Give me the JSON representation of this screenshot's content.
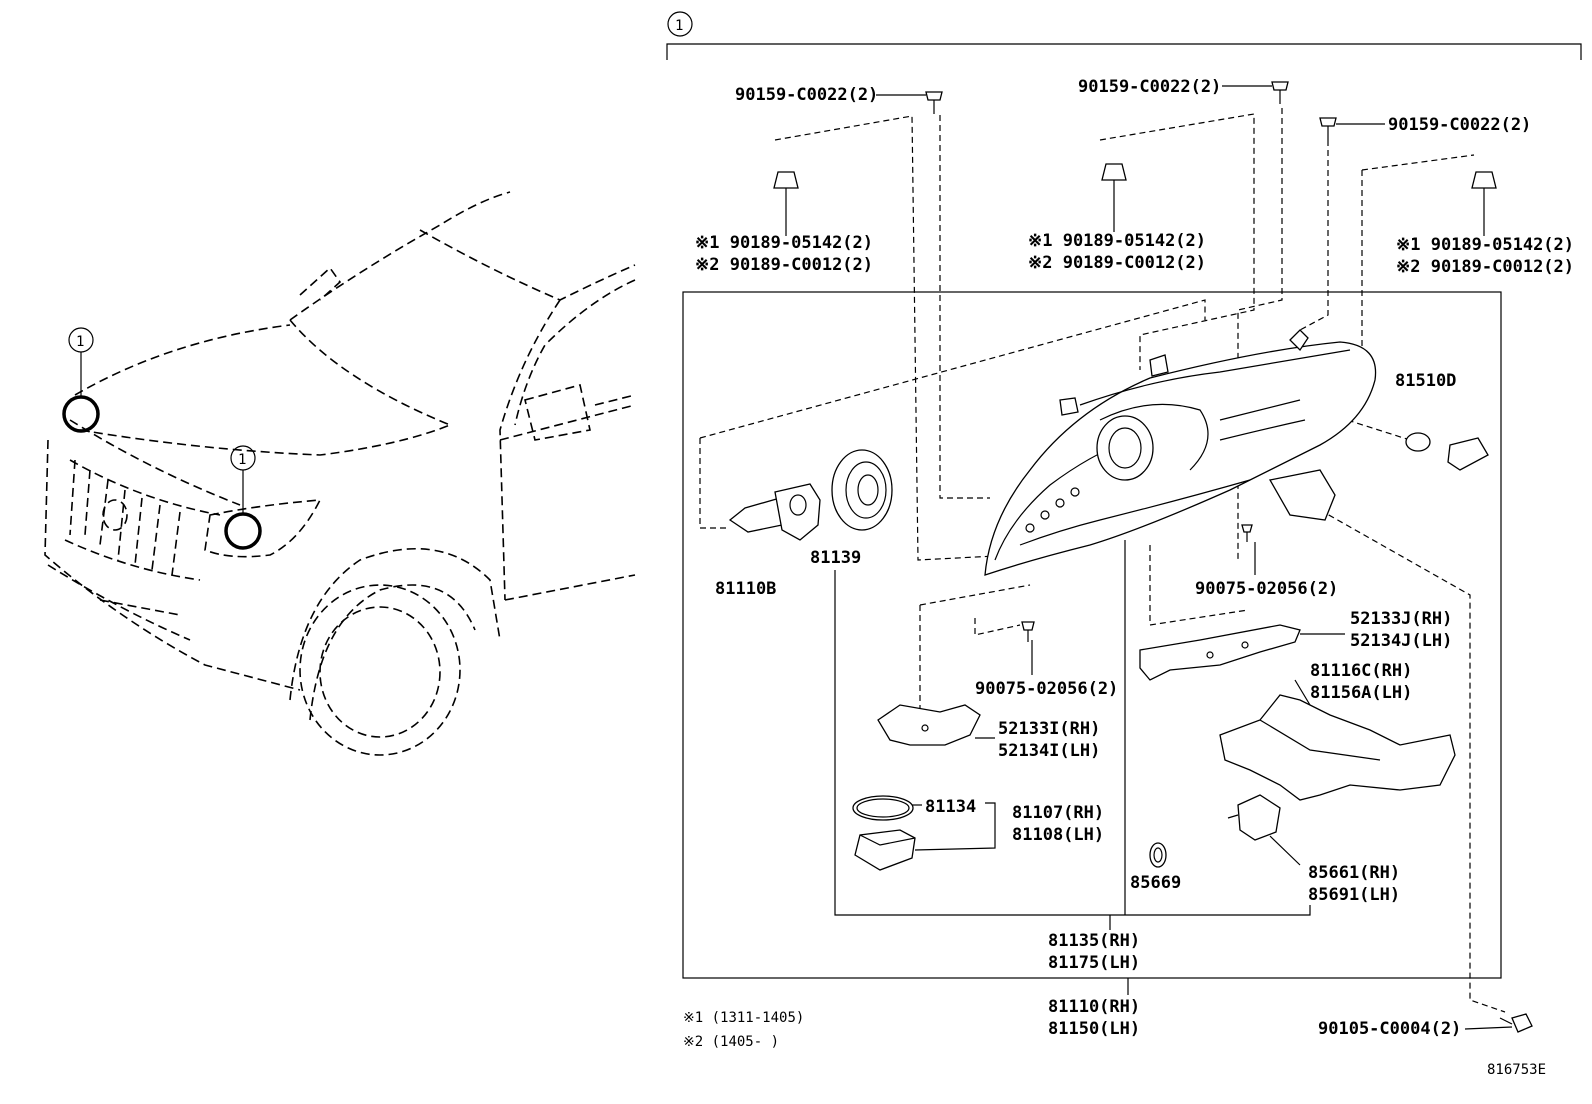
{
  "callout": "1",
  "labels": {
    "fastener_top_left": "90159-C0022(2)",
    "fastener_top_mid": "90159-C0022(2)",
    "fastener_top_right": "90159-C0022(2)",
    "clip_left_1": "※1 90189-05142(2)",
    "clip_left_2": "※2 90189-C0012(2)",
    "clip_mid_1": "※1 90189-05142(2)",
    "clip_mid_2": "※2 90189-C0012(2)",
    "clip_right_1": "※1 90189-05142(2)",
    "clip_right_2": "※2 90189-C0012(2)",
    "p81510D": "81510D",
    "p81110B": "81110B",
    "p81139": "81139",
    "screw_right": "90075-02056(2)",
    "screw_left": "90075-02056(2)",
    "p52133J": "52133J(RH)",
    "p52134J": "52134J(LH)",
    "p81116C": "81116C(RH)",
    "p81156A": "81156A(LH)",
    "p52133I": "52133I(RH)",
    "p52134I": "52134I(LH)",
    "p81134": "81134",
    "p81107": "81107(RH)",
    "p81108": "81108(LH)",
    "p85669": "85669",
    "p85661": "85661(RH)",
    "p85691": "85691(LH)",
    "p81135": "81135(RH)",
    "p81175": "81175(LH)",
    "p81110": "81110(RH)",
    "p81150": "81150(LH)",
    "bolt_bottom": "90105-C0004(2)",
    "note1": "※1 (1311-1405)",
    "note2": "※2 (1405-       )",
    "diagram_id": "816753E"
  }
}
